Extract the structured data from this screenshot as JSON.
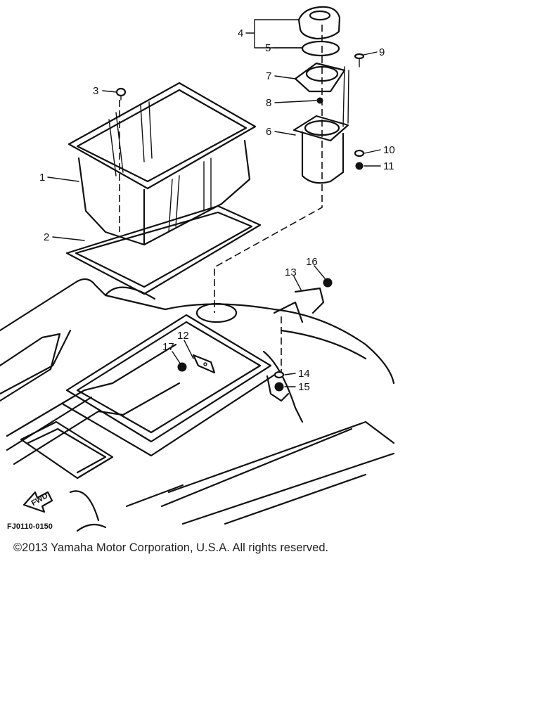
{
  "callouts": [
    {
      "id": "1",
      "label": "1"
    },
    {
      "id": "2",
      "label": "2"
    },
    {
      "id": "3",
      "label": "3"
    },
    {
      "id": "4",
      "label": "4"
    },
    {
      "id": "5",
      "label": "5"
    },
    {
      "id": "6",
      "label": "6"
    },
    {
      "id": "7",
      "label": "7"
    },
    {
      "id": "8",
      "label": "8"
    },
    {
      "id": "9",
      "label": "9"
    },
    {
      "id": "10",
      "label": "10"
    },
    {
      "id": "11",
      "label": "11"
    },
    {
      "id": "12",
      "label": "12"
    },
    {
      "id": "13",
      "label": "13"
    },
    {
      "id": "14",
      "label": "14"
    },
    {
      "id": "15",
      "label": "15"
    },
    {
      "id": "16",
      "label": "16"
    },
    {
      "id": "17",
      "label": "17"
    }
  ],
  "fwd_label": "FWD",
  "diagram_code": "FJ0110-0150",
  "copyright": "©2013 Yamaha Motor Corporation, U.S.A. All rights reserved."
}
